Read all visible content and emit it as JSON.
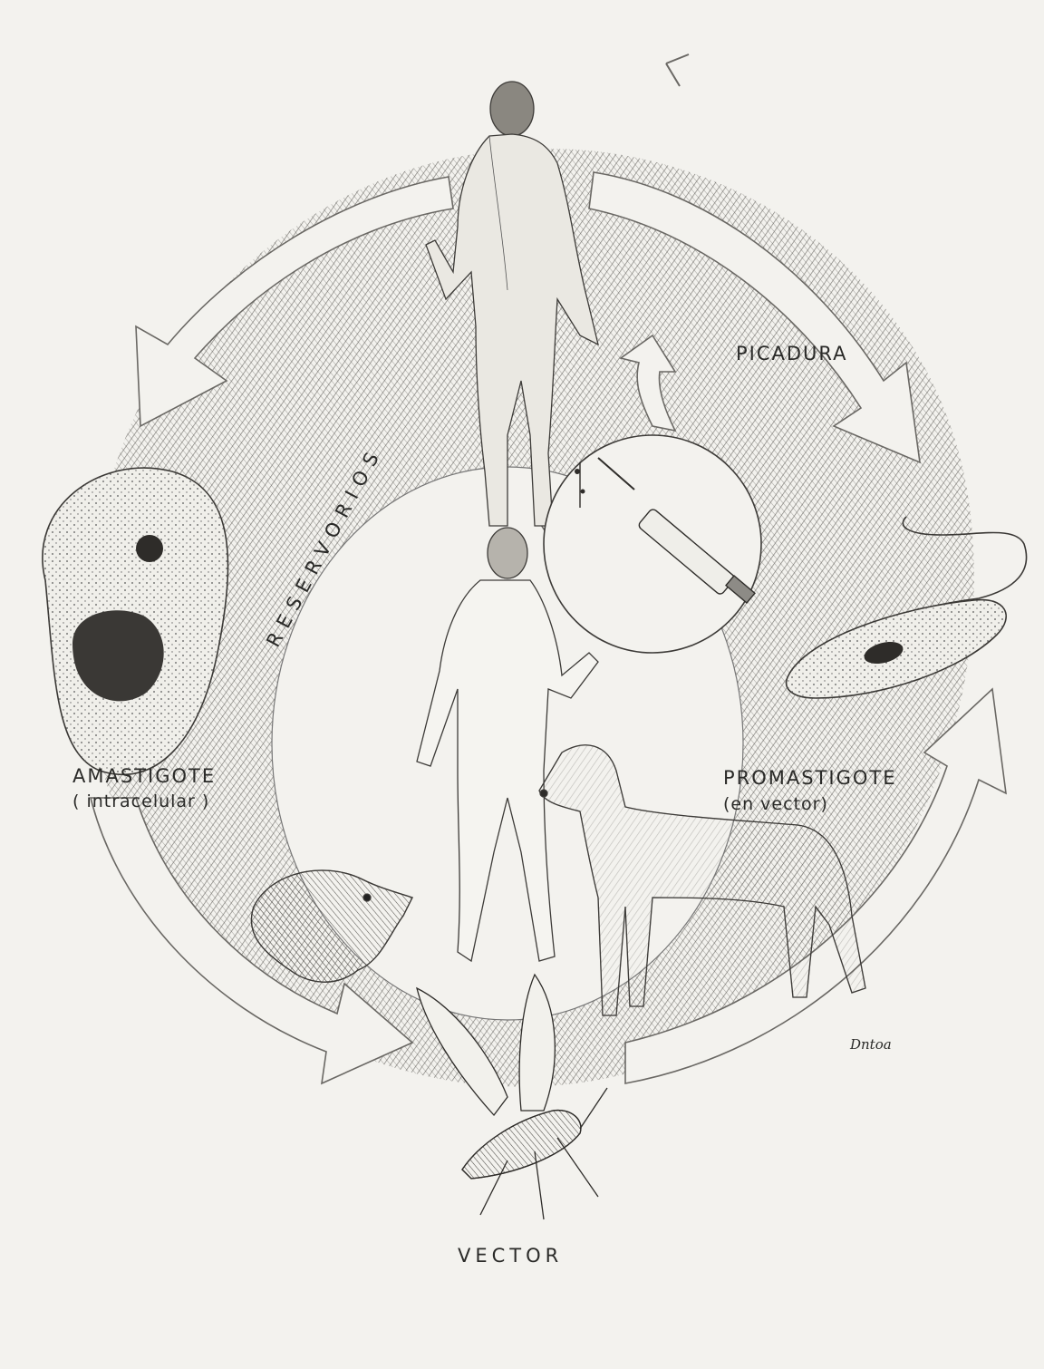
{
  "labels": {
    "picadura": "PICADURA",
    "amastigote": "AMASTIGOTE",
    "amastigote_sub": "( intracelular )",
    "promastigote": "PROMASTIGOTE",
    "promastigote_sub": "(en  vector)",
    "reservorios": "RESERVORIOS",
    "vector": "VECTOR"
  },
  "signature": "Dntoa",
  "colors": {
    "paper": "#f3f2ee",
    "ink": "#2a2a28",
    "hatch": "#6d6b66",
    "hatch_dark": "#4a4844"
  }
}
